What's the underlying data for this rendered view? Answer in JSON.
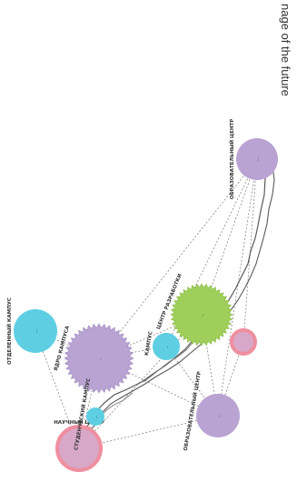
{
  "caption": "nage of the future",
  "colors": {
    "purple": "#b9a3d3",
    "purple_dark": "#9c86bd",
    "cyan": "#5ecfe3",
    "green": "#9fcf5a",
    "green_dark": "#86b843",
    "pink": "#ef8ea0",
    "pink_fill": "#d8a8c8",
    "coast": "#5a5a5a",
    "dashes": "#888888"
  },
  "nodes": [
    {
      "id": "edu-top",
      "label": "ОБРАЗОВАТЕЛЬНЫЙ ЦЕНТР",
      "text": "...",
      "shape": "circle",
      "color": "purple"
    },
    {
      "id": "dev-center",
      "label": "ЦЕНТР РАЗРАБОТКИ",
      "text": "...",
      "shape": "star",
      "color": "green"
    },
    {
      "id": "core-campus",
      "label": "ЯДРО КАМПУСА",
      "text": "...",
      "shape": "star",
      "color": "purple"
    },
    {
      "id": "edu-bottom",
      "label": "ОБРАЗОВАТЕЛЬНЫЙ ЦЕНТР",
      "text": "...",
      "shape": "circle",
      "color": "purple"
    },
    {
      "id": "branch-campus",
      "label": "ОТДЕЛЕННЫЙ КАМПУС",
      "text": "...",
      "shape": "circle",
      "color": "cyan"
    },
    {
      "id": "campus",
      "label": "КАМПУС",
      "text": "...",
      "shape": "circle",
      "color": "cyan"
    },
    {
      "id": "hub",
      "label": "НАУЧНЫЙ ЦЕНТР",
      "text": "",
      "shape": "circle",
      "color": "pink"
    },
    {
      "id": "small-left",
      "label": "СТУДЕНЧЕСКИЙ КАМПУС",
      "text": "...",
      "shape": "circle",
      "color": "cyan"
    },
    {
      "id": "small-pink",
      "label": "",
      "text": "",
      "shape": "circle",
      "color": "pink"
    }
  ]
}
